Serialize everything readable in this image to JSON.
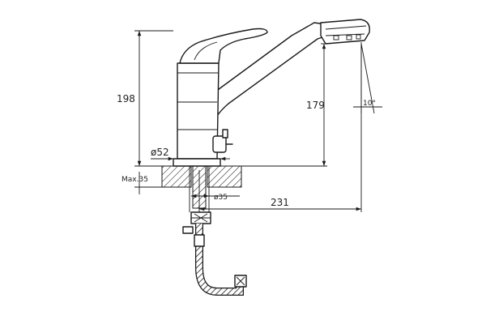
{
  "dimensions": {
    "height_total": "198",
    "height_spout": "179",
    "diameter_base": "ø52",
    "max_counter": "Max.35",
    "diameter_hole": "ø35",
    "spout_reach": "231",
    "aerator_angle": "10°"
  },
  "colors": {
    "line": "#1a1a1a",
    "background": "#ffffff"
  }
}
